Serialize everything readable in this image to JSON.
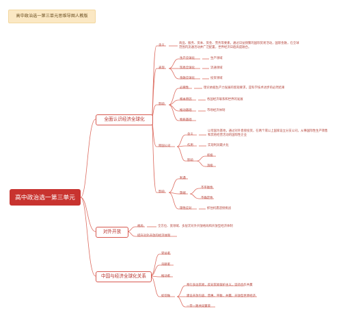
{
  "header": {
    "title": "高中政治选一第三单元思维导图人教版"
  },
  "root": "高中政治选一第三单元",
  "branches": {
    "b1": {
      "label": "全面认识经济全球化",
      "meaning": {
        "label": "含义",
        "text": "商品、服务、资本、资金、劳务等要素，通过日益频繁的国际贸易活动，国际金融，在全球范围内流通活动并广泛配置，世界经济日趋高度融合。"
      },
      "forms": {
        "label": "表现",
        "items": [
          {
            "label": "生产全球化",
            "value": "生产领域"
          },
          {
            "label": "贸易全球化",
            "value": "流通领域"
          },
          {
            "label": "金融全球化",
            "value": "投资领域"
          }
        ]
      },
      "impact": {
        "label": "影响",
        "items": [
          {
            "label": "必要性",
            "value": "理论依据生产力发展的客观要求，是科学技术进步的必然结果"
          },
          {
            "label": "根本原因",
            "value": "各国经济联系和世界的发展"
          },
          {
            "label": "推动基础",
            "value": "市场经济体制"
          },
          {
            "label": "物质基础",
            "value": ""
          }
        ]
      },
      "mnc": {
        "label": "跨国公司",
        "meaning_label": "含义",
        "meaning_text": "以母国为基地，通过对外直接投资，在两个或以上国家设立分支公司，从事国际性生产销售和其他经营活动的国际性企业",
        "role_label": "作用",
        "role_value": "实现利润最大化",
        "impact_label": "影响",
        "impact_items": [
          "积极",
          "消极"
        ]
      },
      "effect": {
        "label": "影响",
        "benefit": "利遇",
        "harm_label": "弊端",
        "harm_items": [
          "不平衡性",
          "不确定性"
        ],
        "response_label": "理性应对",
        "response_value": "抓住机遇迎接挑战"
      }
    },
    "b2": {
      "label": "对外开放",
      "items": [
        {
          "label": "格局",
          "value": "全方位、宽领域、多层次对外开放格局和开放型经济体制"
        },
        {
          "label": "提升对外开放的经济体制",
          "value": ""
        }
      ]
    },
    "b3": {
      "label": "中国与经济全球化关系",
      "items": [
        "受益者",
        "贡献者",
        "推动者"
      ],
      "practice": {
        "label": "如何做",
        "items": [
          "奉行多边贸易，反对贸易保护主义，坚持合作共赢",
          "建设开放包容、普惠、平衡、共赢、开放型世界经济",
          "一带一路共同繁荣"
        ]
      }
    }
  },
  "colors": {
    "root": "#c8332f",
    "line": "#dc6a5e",
    "text": "#b4453c",
    "banner": "#fbe8c4"
  }
}
